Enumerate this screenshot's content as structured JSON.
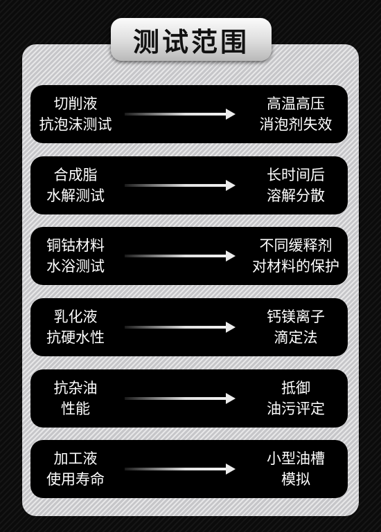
{
  "title": "测试范围",
  "rows": [
    {
      "left": [
        "切削液",
        "抗泡沫测试"
      ],
      "right": [
        "高温高压",
        "消泡剂失效"
      ]
    },
    {
      "left": [
        "合成脂",
        "水解测试"
      ],
      "right": [
        "长时间后",
        "溶解分散"
      ]
    },
    {
      "left": [
        "铜钴材料",
        "水浴测试"
      ],
      "right": [
        "不同缓释剂",
        "对材料的保护"
      ]
    },
    {
      "left": [
        "乳化液",
        "抗硬水性"
      ],
      "right": [
        "钙镁离子",
        "滴定法"
      ]
    },
    {
      "left": [
        "抗杂油",
        "性能"
      ],
      "right": [
        "抵御",
        "油污评定"
      ]
    },
    {
      "left": [
        "加工液",
        "使用寿命"
      ],
      "right": [
        "小型油槽",
        "模拟"
      ]
    }
  ],
  "colors": {
    "row_background": "#000000",
    "panel": "#d3d3d5",
    "text": "#ffffff"
  },
  "icons": {
    "connector": "right-arrow-icon"
  }
}
